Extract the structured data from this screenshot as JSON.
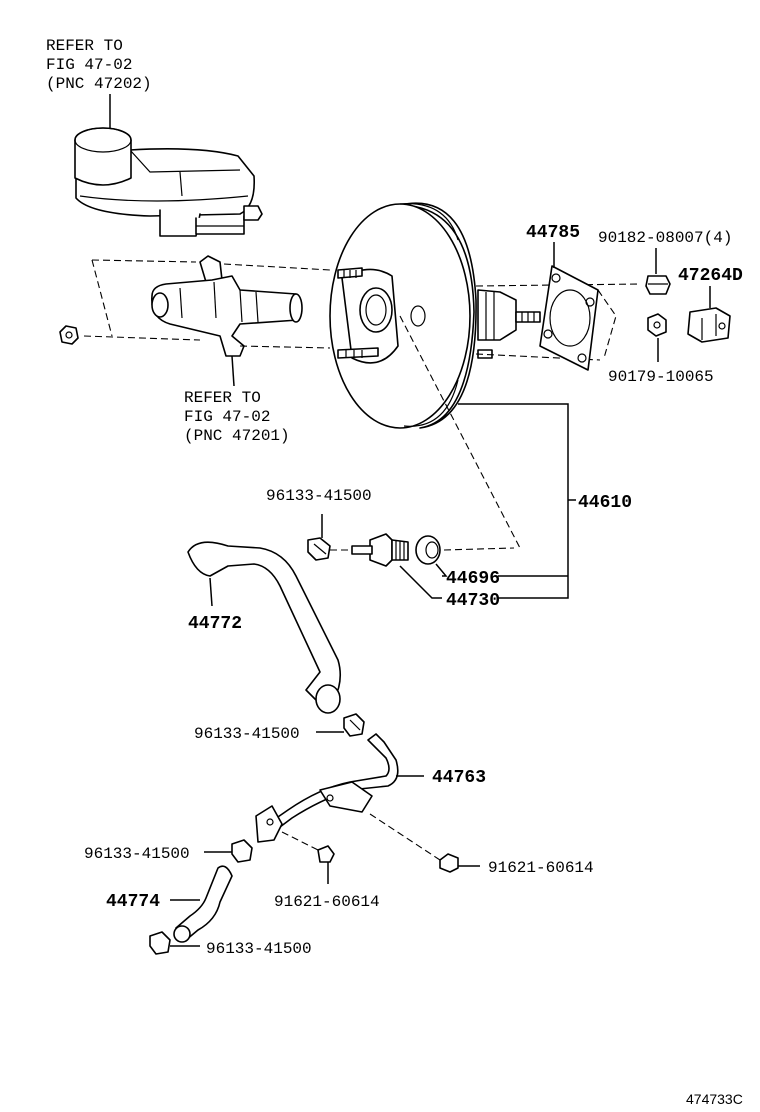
{
  "refs": {
    "reservoir": [
      "REFER TO",
      "FIG 47-02",
      "(PNC 47202)"
    ],
    "master_cylinder": [
      "REFER TO",
      "FIG 47-02",
      "(PNC 47201)"
    ]
  },
  "parts": {
    "p44785": "44785",
    "p90182": "90182-08007(4)",
    "p47264D": "47264D",
    "p90179": "90179-10065",
    "p44610": "44610",
    "p96133_a": "96133-41500",
    "p44696": "44696",
    "p44730": "44730",
    "p44772": "44772",
    "p96133_b": "96133-41500",
    "p44763": "44763",
    "p96133_c": "96133-41500",
    "p91621_a": "91621-60614",
    "p44774": "44774",
    "p91621_b": "91621-60614",
    "p96133_d": "96133-41500"
  },
  "figure_id": "474733C"
}
